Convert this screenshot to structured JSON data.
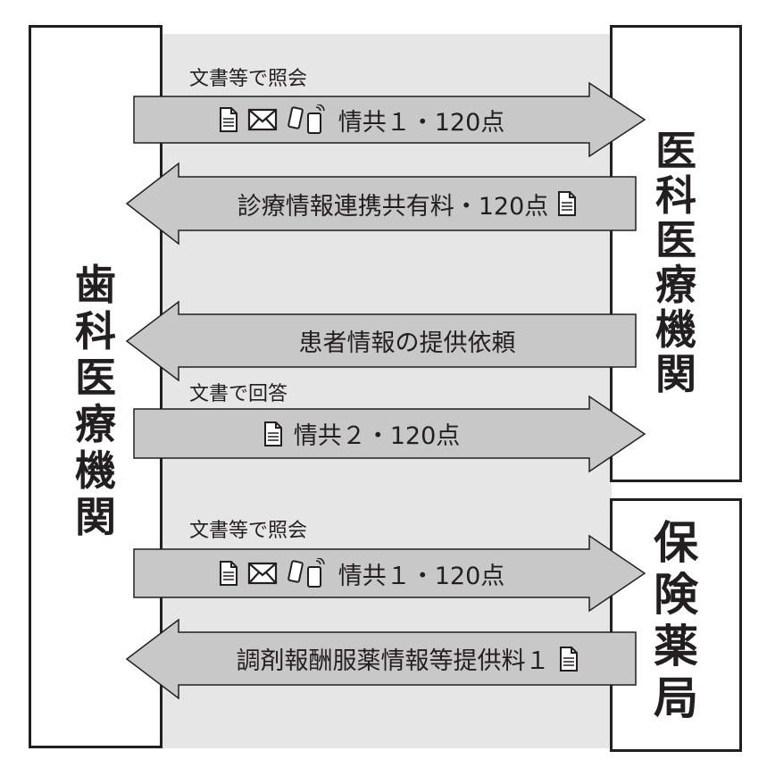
{
  "dental_institution": "歯科医療機関",
  "medical_institution": "医科医療機関",
  "pharmacy": "保険薬局",
  "arrows": [
    {
      "caption": "文書等で照会",
      "text": "情共１・120点",
      "icons": [
        "document-icon",
        "mail-icon",
        "phone-icon"
      ]
    },
    {
      "caption": "",
      "text": "診療情報連携共有料・120点",
      "icons": [
        "document-icon"
      ]
    },
    {
      "caption": "",
      "text": "患者情報の提供依頼",
      "icons": []
    },
    {
      "caption": "文書で回答",
      "text": "情共２・120点",
      "icons": [
        "document-icon"
      ]
    },
    {
      "caption": "文書等で照会",
      "text": "情共１・120点",
      "icons": [
        "document-icon",
        "mail-icon",
        "phone-icon"
      ]
    },
    {
      "caption": "",
      "text": "調剤報酬服薬情報等提供料１",
      "icons": [
        "document-icon"
      ]
    }
  ],
  "colors": {
    "arrow_fill": "#c8c8c8",
    "band": "#e6e6e6",
    "stroke": "#231f20"
  }
}
